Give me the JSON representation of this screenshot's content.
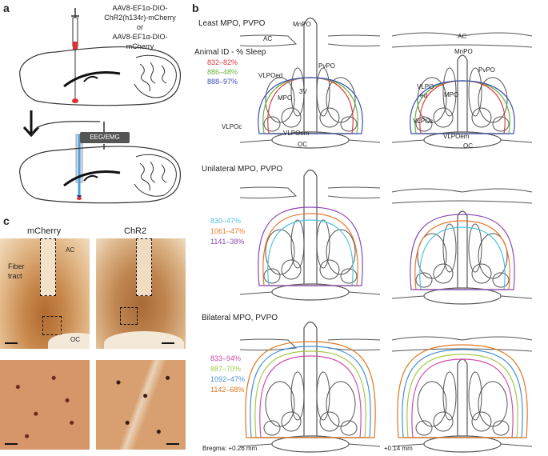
{
  "panels": {
    "a": "a",
    "b": "b",
    "c": "c"
  },
  "panel_a": {
    "virus_lines": [
      "AAV8-EF1α-DIO-",
      "ChR2(h134r)-mCherry",
      "or",
      "AAV8-EF1α-DIO-",
      "mCherry"
    ],
    "device_label": "EEG/EMG"
  },
  "panel_b": {
    "sections": [
      "Least MPO, PVPO",
      "Unilateral MPO, PVPO",
      "Bilateral MPO, PVPO"
    ],
    "legend_title": "Animal ID - % Sleep",
    "groups": [
      [
        {
          "label": "832–82%",
          "color": "#e0393e"
        },
        {
          "label": "886–48%",
          "color": "#6ab43e"
        },
        {
          "label": "888–97%",
          "color": "#3a4fb0"
        }
      ],
      [
        {
          "label": "830–47%",
          "color": "#4fc2e0"
        },
        {
          "label": "1061–47%",
          "color": "#e8782e"
        },
        {
          "label": "1141–38%",
          "color": "#8a4bb0"
        }
      ],
      [
        {
          "label": "833–94%",
          "color": "#d04aa8"
        },
        {
          "label": "887–70%",
          "color": "#a6c84a"
        },
        {
          "label": "1092–47%",
          "color": "#4a90d0"
        },
        {
          "label": "1142–68%",
          "color": "#e07820"
        }
      ]
    ],
    "regions": {
      "ac": "AC",
      "mnpo": "MnPO",
      "pvpo": "PvPO",
      "vlpoed": "VLPOed",
      "mpo": "MPO",
      "v3": "3V",
      "vlpoc": "VLPOc",
      "vlpoem": "VLPOem",
      "oc": "OC",
      "vlpo": "VLPO",
      "ed": "ed"
    },
    "bregma": [
      "Bregma: +0.26 mm",
      "+0.14 mm"
    ]
  },
  "panel_c": {
    "titles": [
      "mCherry",
      "ChR2"
    ],
    "fiber": "Fiber",
    "tract": "tract",
    "ac": "AC",
    "oc": "OC"
  }
}
